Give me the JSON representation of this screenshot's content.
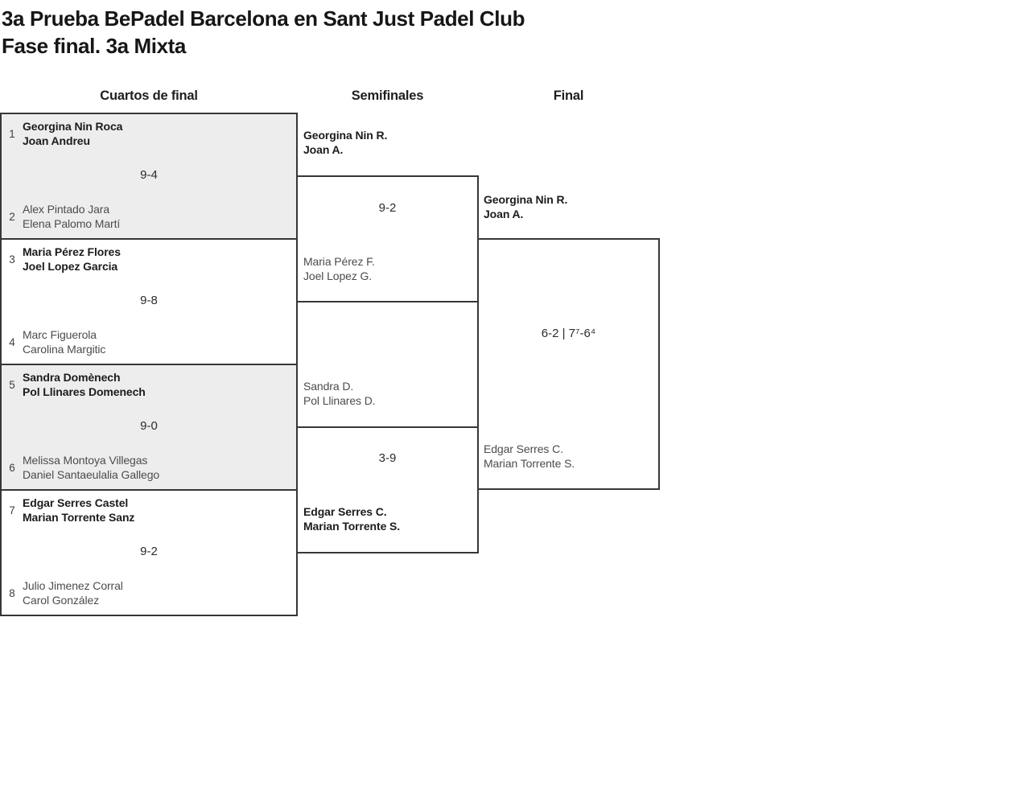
{
  "page": {
    "title": "3a Prueba BePadel Barcelona en Sant Just Padel Club",
    "subtitle": "Fase final. 3a Mixta"
  },
  "columns": {
    "quarterfinals": "Cuartos de final",
    "semifinals": "Semifinales",
    "final": "Final"
  },
  "colors": {
    "shaded_match_bg": "#ededed",
    "border": "#373737",
    "winner_text": "#1c1c1c",
    "loser_text": "#4c4c4c"
  },
  "quarterfinals": [
    {
      "seed1": "1",
      "team1": {
        "line1": "Georgina Nin Roca",
        "line2": "Joan Andreu",
        "winner": true
      },
      "score": "9-4",
      "seed2": "2",
      "team2": {
        "line1": "Alex Pintado Jara",
        "line2": "Elena Palomo Martí",
        "winner": false
      }
    },
    {
      "seed1": "3",
      "team1": {
        "line1": "Maria Pérez Flores",
        "line2": "Joel Lopez Garcia",
        "winner": true
      },
      "score": "9-8",
      "seed2": "4",
      "team2": {
        "line1": "Marc Figuerola",
        "line2": "Carolina Margitic",
        "winner": false
      }
    },
    {
      "seed1": "5",
      "team1": {
        "line1": "Sandra Domènech",
        "line2": "Pol Llinares Domenech",
        "winner": true
      },
      "score": "9-0",
      "seed2": "6",
      "team2": {
        "line1": "Melissa Montoya Villegas",
        "line2": "Daniel Santaeulalia Gallego",
        "winner": false
      }
    },
    {
      "seed1": "7",
      "team1": {
        "line1": "Edgar Serres Castel",
        "line2": "Marian Torrente Sanz",
        "winner": true
      },
      "score": "9-2",
      "seed2": "8",
      "team2": {
        "line1": "Julio Jimenez Corral",
        "line2": "Carol González",
        "winner": false
      }
    }
  ],
  "semifinals": [
    {
      "team1": {
        "line1": "Georgina Nin R.",
        "line2": "Joan A.",
        "winner": true
      },
      "score": "9-2",
      "team2": {
        "line1": "Maria Pérez F.",
        "line2": "Joel Lopez G.",
        "winner": false
      }
    },
    {
      "team1": {
        "line1": "Sandra D.",
        "line2": "Pol Llinares D.",
        "winner": false
      },
      "score": "3-9",
      "team2": {
        "line1": "Edgar Serres C.",
        "line2": "Marian Torrente S.",
        "winner": true
      }
    }
  ],
  "final": {
    "team1": {
      "line1": "Georgina Nin R.",
      "line2": "Joan A.",
      "winner": true
    },
    "score": "6-2 | 7⁷-6⁴",
    "team2": {
      "line1": "Edgar Serres C.",
      "line2": "Marian Torrente S.",
      "winner": false
    }
  }
}
